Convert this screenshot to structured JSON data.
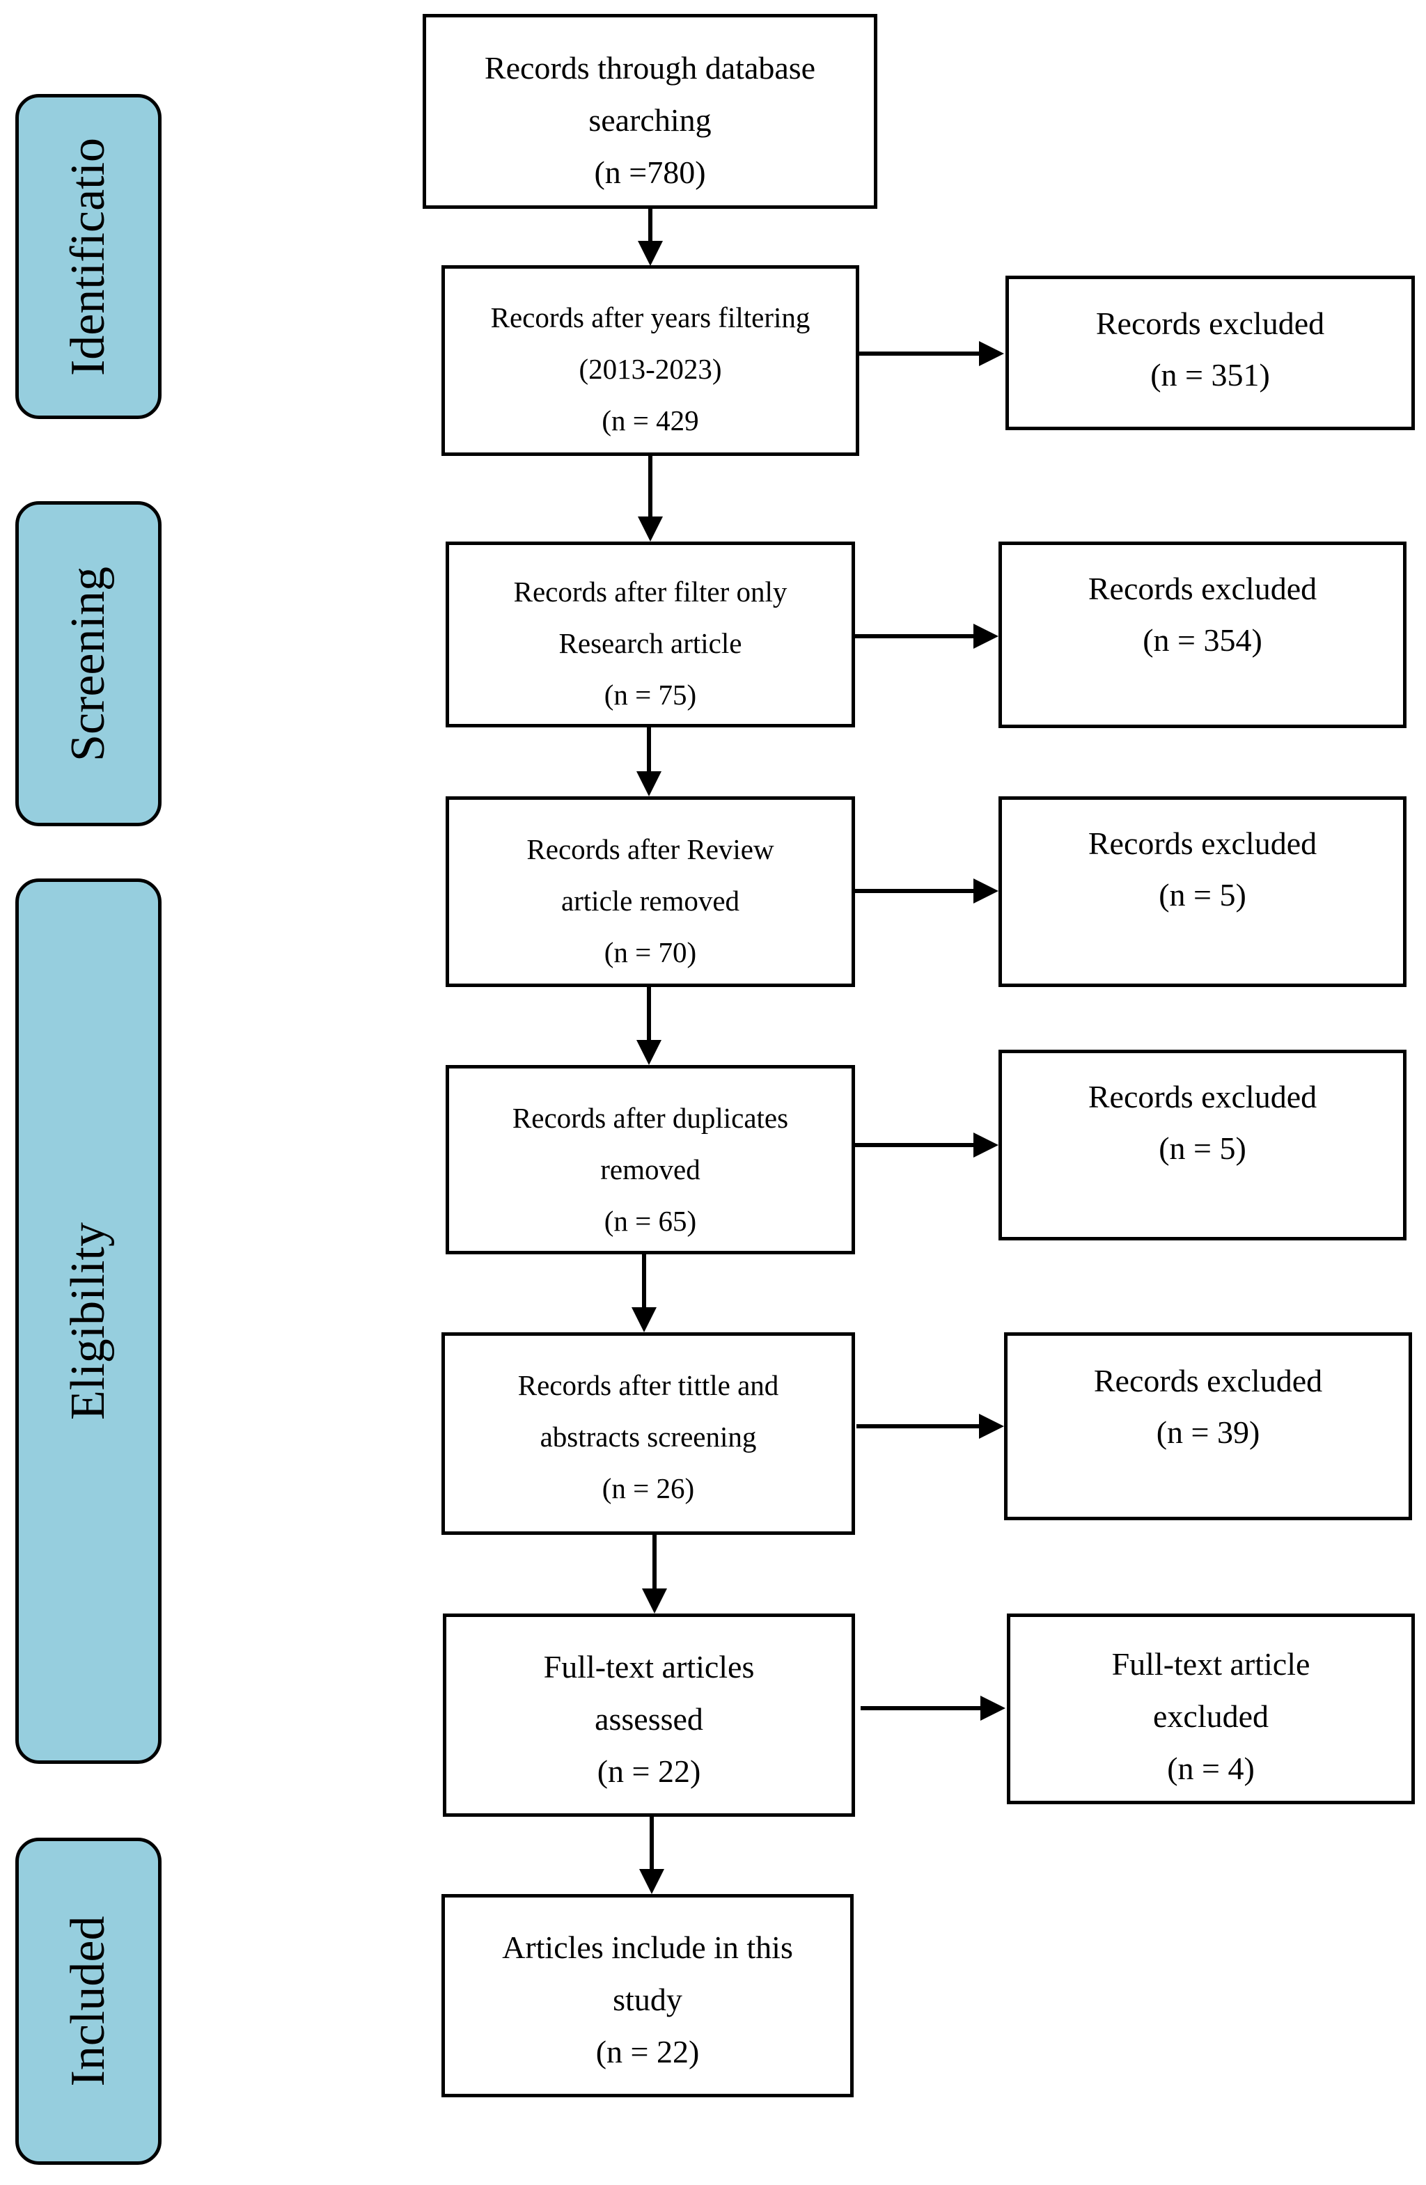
{
  "stages": {
    "identification": "Identificatio",
    "screening": "Screening",
    "eligibility": "Eligibility",
    "included": "Included"
  },
  "flow": {
    "database": {
      "line1": "Records through database",
      "line2": "searching",
      "line3": "(n =780)"
    },
    "years": {
      "line1": "Records after years filtering",
      "line2": "(2013-2023)",
      "line3": "(n = 429"
    },
    "research": {
      "line1": "Records after filter only",
      "line2": "Research article",
      "line3": "(n = 75)"
    },
    "review": {
      "line1": "Records after Review",
      "line2": "article removed",
      "line3": "(n = 70)"
    },
    "duplicates": {
      "line1": "Records after duplicates",
      "line2": "removed",
      "line3": "(n = 65)"
    },
    "title_abstract": {
      "line1": "Records after tittle and",
      "line2": "abstracts screening",
      "line3": "(n = 26)"
    },
    "fulltext": {
      "line1": "Full-text articles",
      "line2": "assessed",
      "line3": "(n = 22)"
    },
    "included": {
      "line1": "Articles include in this",
      "line2": "study",
      "line3": "(n = 22)"
    }
  },
  "excluded": {
    "years": {
      "line1": "Records excluded",
      "line2": "(n = 351)"
    },
    "research": {
      "line1": "Records excluded",
      "line2": "(n = 354)"
    },
    "review": {
      "line1": "Records excluded",
      "line2": "(n = 5)"
    },
    "duplicates": {
      "line1": "Records excluded",
      "line2": "(n = 5)"
    },
    "title_abstract": {
      "line1": "Records excluded",
      "line2": "(n = 39)"
    },
    "fulltext": {
      "line1": "Full-text article",
      "line2": "excluded",
      "line3": "(n = 4)"
    }
  },
  "colors": {
    "stage_fill": "#96cede",
    "stroke": "#000000",
    "background": "#ffffff"
  }
}
